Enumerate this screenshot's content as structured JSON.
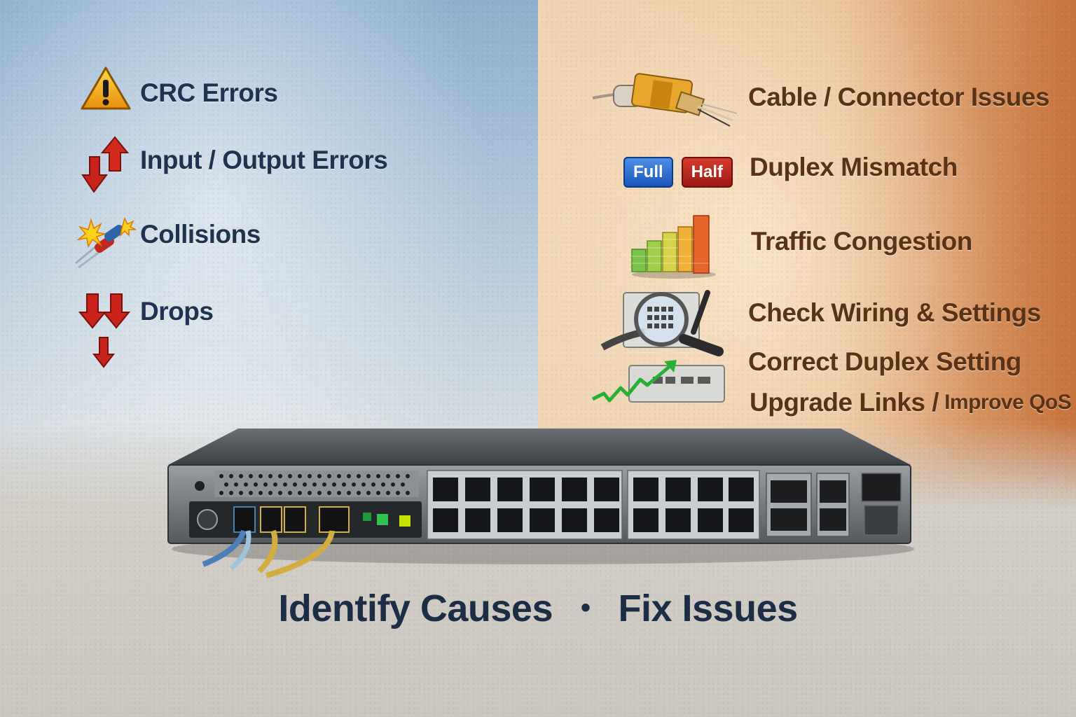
{
  "causes": [
    {
      "label": "CRC Errors",
      "icon": "warning-icon"
    },
    {
      "label": "Input / Output Errors",
      "icon": "up-down-arrows-icon"
    },
    {
      "label": "Collisions",
      "icon": "collision-icon"
    },
    {
      "label": "Drops",
      "icon": "down-arrows-icon"
    }
  ],
  "fixes": [
    {
      "label": "Cable / Connector Issues",
      "icon": "cable-connector-icon"
    },
    {
      "label": "Duplex Mismatch",
      "icon": "duplex-badges-icon"
    },
    {
      "label": "Traffic Congestion",
      "icon": "bar-graph-icon"
    },
    {
      "label": "Check Wiring & Settings",
      "icon": "magnifier-switch-icon"
    },
    {
      "label": "Correct Duplex Setting",
      "icon": "switch-trend-icon"
    },
    {
      "label_main": "Upgrade Links / ",
      "label_small": "Improve QoS"
    }
  ],
  "duplex_badges": {
    "full": "Full",
    "half": "Half"
  },
  "footer": {
    "left": "Identify Causes",
    "separator": "•",
    "right": "Fix Issues"
  },
  "colors": {
    "left_text": "#1f3350",
    "right_text": "#5a3215",
    "warning": "#f0a400",
    "arrow_red": "#c4201a"
  }
}
